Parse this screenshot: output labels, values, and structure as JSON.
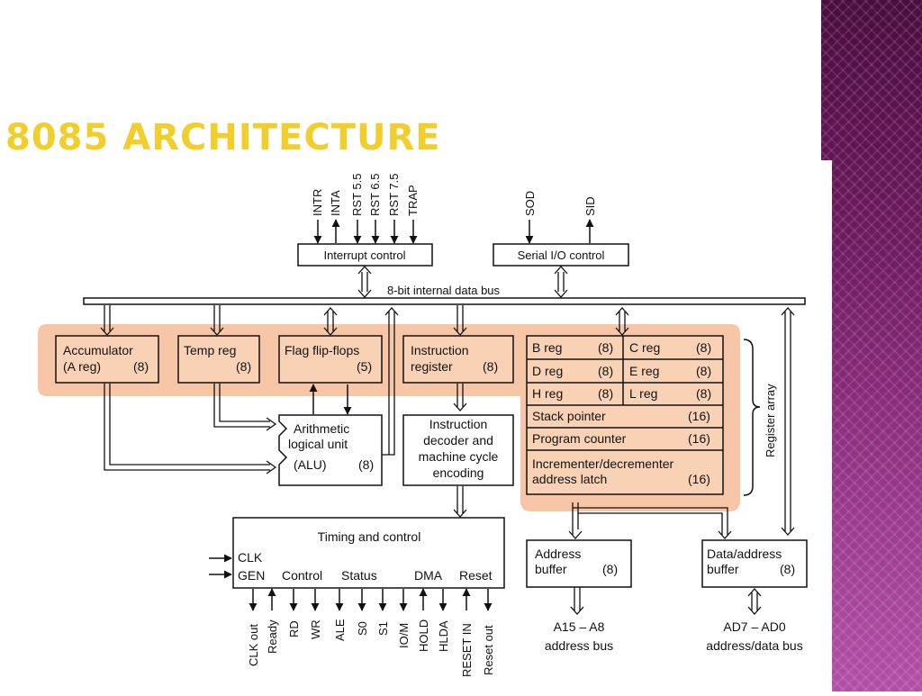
{
  "title": "8085 ARCHITECTURE",
  "colors": {
    "accent_title": "#f2ce2d",
    "highlight": "#f7c6a6",
    "side_band": "#7a2368"
  },
  "diagram": {
    "interrupt": {
      "signals": [
        "INTR",
        "INTA",
        "RST 5.5",
        "RST 6.5",
        "RST 7.5",
        "TRAP"
      ],
      "label": "Interrupt control"
    },
    "serial": {
      "sod": "SOD",
      "sid": "SID",
      "label": "Serial I/O control"
    },
    "bus_label": "8-bit internal data bus",
    "accumulator": {
      "line1": "Accumulator",
      "line2": "(A reg)",
      "size": "(8)"
    },
    "temp_reg": {
      "line1": "Temp reg",
      "size": "(8)"
    },
    "flags": {
      "line1": "Flag flip-flops",
      "size": "(5)"
    },
    "ir": {
      "line1": "Instruction",
      "line2": "register",
      "size": "(8)"
    },
    "registers": [
      {
        "left": "B reg",
        "left_size": "(8)",
        "right": "C reg",
        "right_size": "(8)"
      },
      {
        "left": "D reg",
        "left_size": "(8)",
        "right": "E reg",
        "right_size": "(8)"
      },
      {
        "left": "H reg",
        "left_size": "(8)",
        "right": "L reg",
        "right_size": "(8)"
      }
    ],
    "stack_pointer": {
      "label": "Stack pointer",
      "size": "(16)"
    },
    "program_counter": {
      "label": "Program counter",
      "size": "(16)"
    },
    "incrementer": {
      "line1": "Incrementer/decrementer",
      "line2": "address latch",
      "size": "(16)"
    },
    "register_array_label": "Register array",
    "alu": {
      "line1": "Arithmetic",
      "line2": "logical unit",
      "line3": "(ALU)",
      "size": "(8)"
    },
    "decoder": {
      "line1": "Instruction",
      "line2": "decoder and",
      "line3": "machine cycle",
      "line4": "encoding"
    },
    "timing": {
      "title": "Timing and control",
      "clk": "CLK",
      "gen": "GEN",
      "control": "Control",
      "status": "Status",
      "dma": "DMA",
      "reset": "Reset",
      "outputs": [
        "CLK out",
        "Ready",
        "RD",
        "WR",
        "ALE",
        "S0",
        "S1",
        "IO/M",
        "HOLD",
        "HLDA",
        "RESET IN",
        "Reset out"
      ]
    },
    "address_buffer": {
      "line1": "Address",
      "line2": "buffer",
      "size": "(8)"
    },
    "data_buffer": {
      "line1": "Data/address",
      "line2": "buffer",
      "size": "(8)"
    },
    "address_bus": {
      "line1": "A15 – A8",
      "line2": "address bus"
    },
    "data_bus": {
      "line1": "AD7 – AD0",
      "line2": "address/data bus"
    }
  }
}
